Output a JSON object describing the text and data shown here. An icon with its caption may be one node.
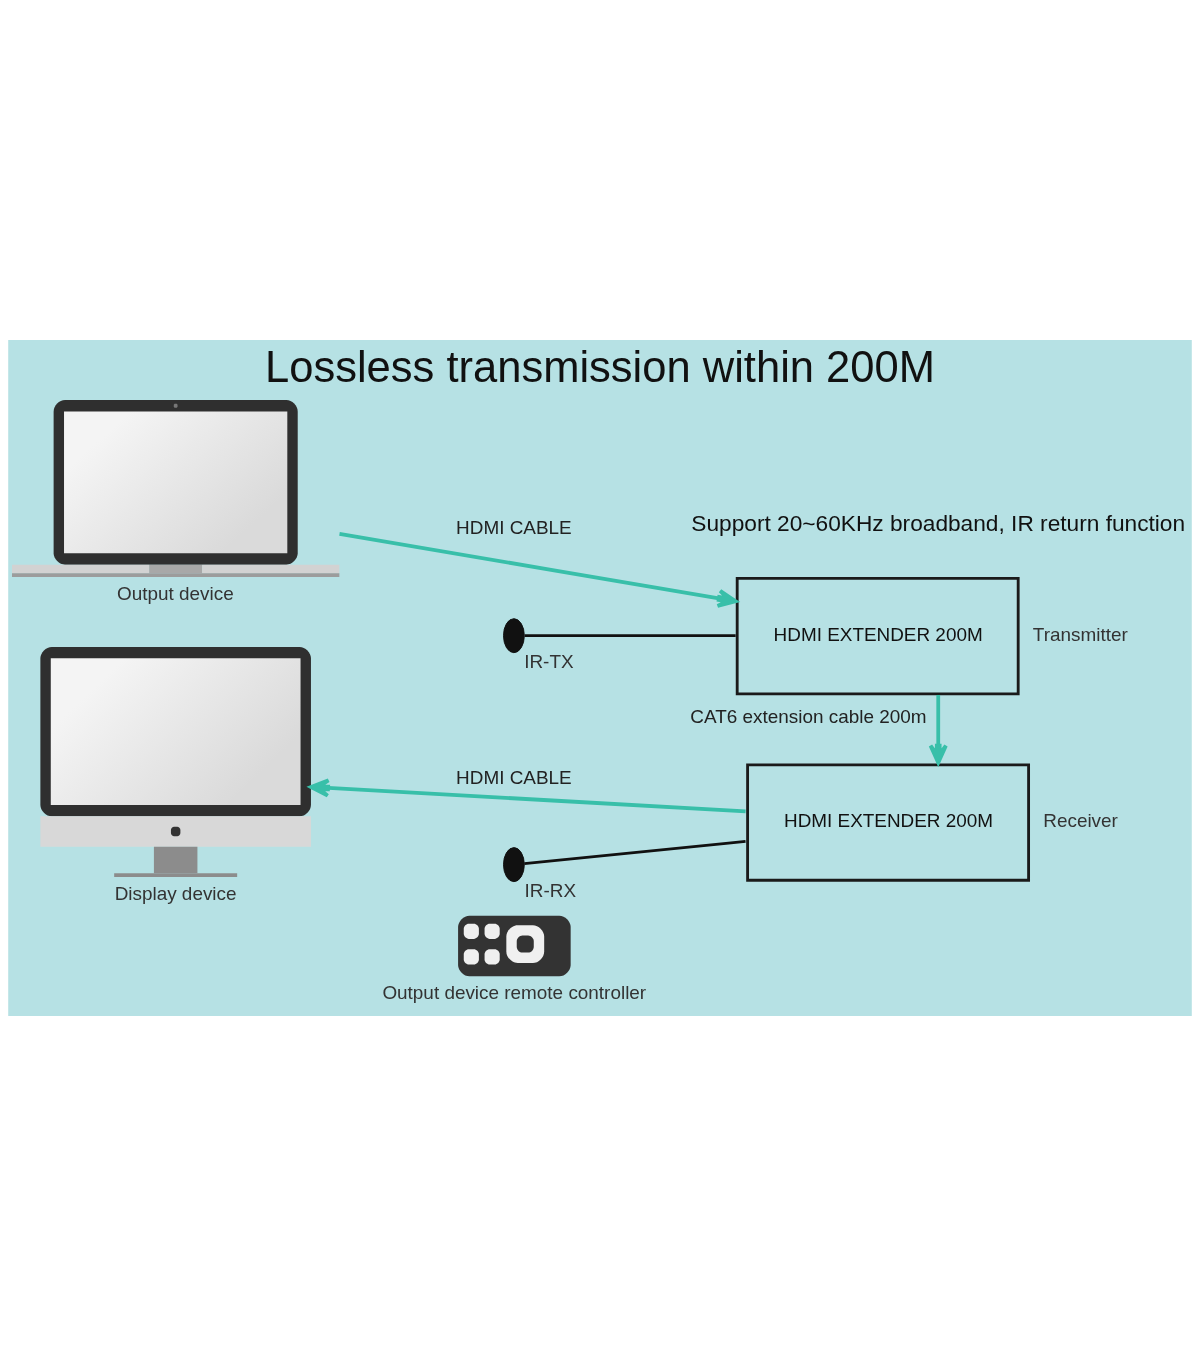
{
  "diagram": {
    "title": "Lossless transmission within 200M",
    "nodes": [
      {
        "text": [],
        "shape": "picture",
        "beside": [
          "Output device"
        ]
      },
      {
        "text": [
          "HDMI EXTENDER 200M"
        ],
        "beside": [
          "Transmitter"
        ]
      },
      {
        "text": [],
        "shape": "circle",
        "beside": [
          "IR-TX"
        ]
      },
      {
        "text": [],
        "shape": "picture",
        "beside": [
          "Display device"
        ]
      },
      {
        "text": [
          "HDMI EXTENDER 200M"
        ],
        "beside": [
          "Receiver"
        ]
      },
      {
        "text": [],
        "shape": "circle",
        "beside": [
          "IR-RX"
        ]
      },
      {
        "text": [],
        "shape": "picture",
        "beside": [
          "Output device remote controller"
        ]
      }
    ],
    "edges": [
      {
        "from": 0,
        "to": 1,
        "arrow": "to",
        "label": "HDMI CABLE"
      },
      {
        "from": 1,
        "to": 2,
        "arrow": "none",
        "color": "#111111"
      },
      {
        "from": 1,
        "to": 4,
        "arrow": "to",
        "label": "CAT6 extension cable 200m"
      },
      {
        "from": 4,
        "to": 3,
        "arrow": "to",
        "label": "HDMI CABLE"
      },
      {
        "from": 4,
        "to": 5,
        "arrow": "none",
        "color": "#111111"
      }
    ],
    "labels": [
      "Support 20~60KHz broadband, IR return function"
    ]
  }
}
